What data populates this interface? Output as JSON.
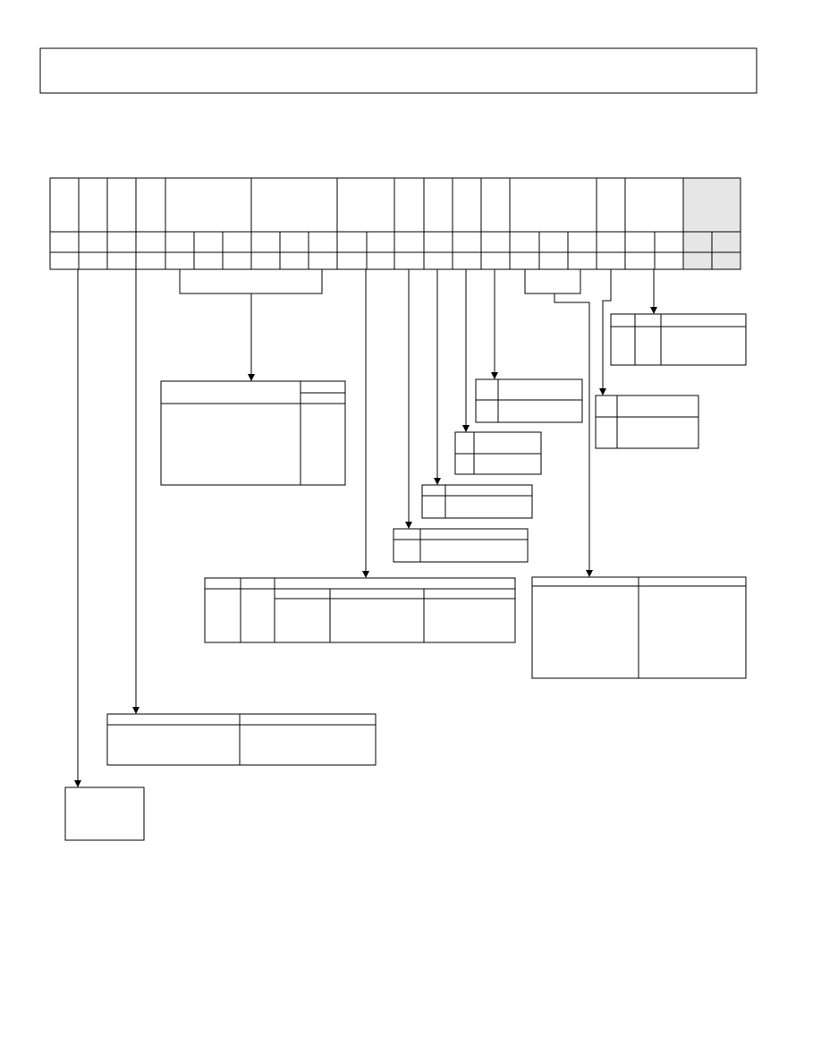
{
  "colors": {
    "line": "#000000",
    "reserved_fill": "#e6e6e6",
    "background": "#ffffff"
  },
  "header": {
    "title": ""
  },
  "register_map": {
    "bit_columns": 24,
    "shaded_columns": 2,
    "field_groups": 15
  },
  "decode_tables": [
    {
      "name": "gain-table"
    },
    {
      "name": "mode-table"
    },
    {
      "name": "bit-select-table-1"
    },
    {
      "name": "bit-select-table-2"
    },
    {
      "name": "bit-select-table-3"
    },
    {
      "name": "bit-select-table-4"
    },
    {
      "name": "channel-table"
    },
    {
      "name": "filter-table"
    },
    {
      "name": "polarity-table"
    },
    {
      "name": "reference-table"
    },
    {
      "name": "buffer-table"
    },
    {
      "name": "default-box"
    }
  ]
}
